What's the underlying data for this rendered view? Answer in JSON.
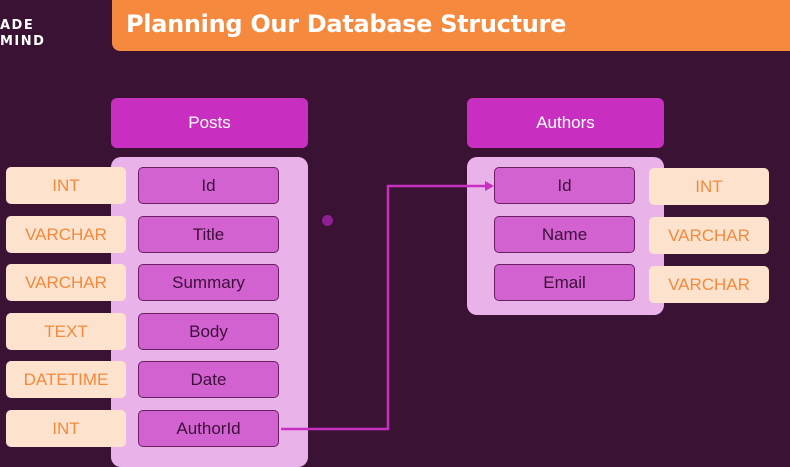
{
  "branding": {
    "logo_line1": "ADE",
    "logo_line2": "MIND"
  },
  "slide": {
    "title": "Planning Our Database Structure"
  },
  "posts_table": {
    "name": "Posts",
    "fields": [
      "Id",
      "Title",
      "Summary",
      "Body",
      "Date",
      "AuthorId"
    ],
    "types": [
      "INT",
      "VARCHAR",
      "VARCHAR",
      "TEXT",
      "DATETIME",
      "INT"
    ]
  },
  "authors_table": {
    "name": "Authors",
    "fields": [
      "Id",
      "Name",
      "Email"
    ],
    "types": [
      "INT",
      "VARCHAR",
      "VARCHAR"
    ]
  },
  "colors": {
    "background": "#3a1234",
    "title_bar": "#f5893d",
    "table_header": "#c82fc0",
    "table_body": "#e9b3e9",
    "field_box": "#d362d1",
    "type_box": "#fde3ce",
    "type_text": "#f28a3c",
    "connector": "#c82fc0"
  }
}
